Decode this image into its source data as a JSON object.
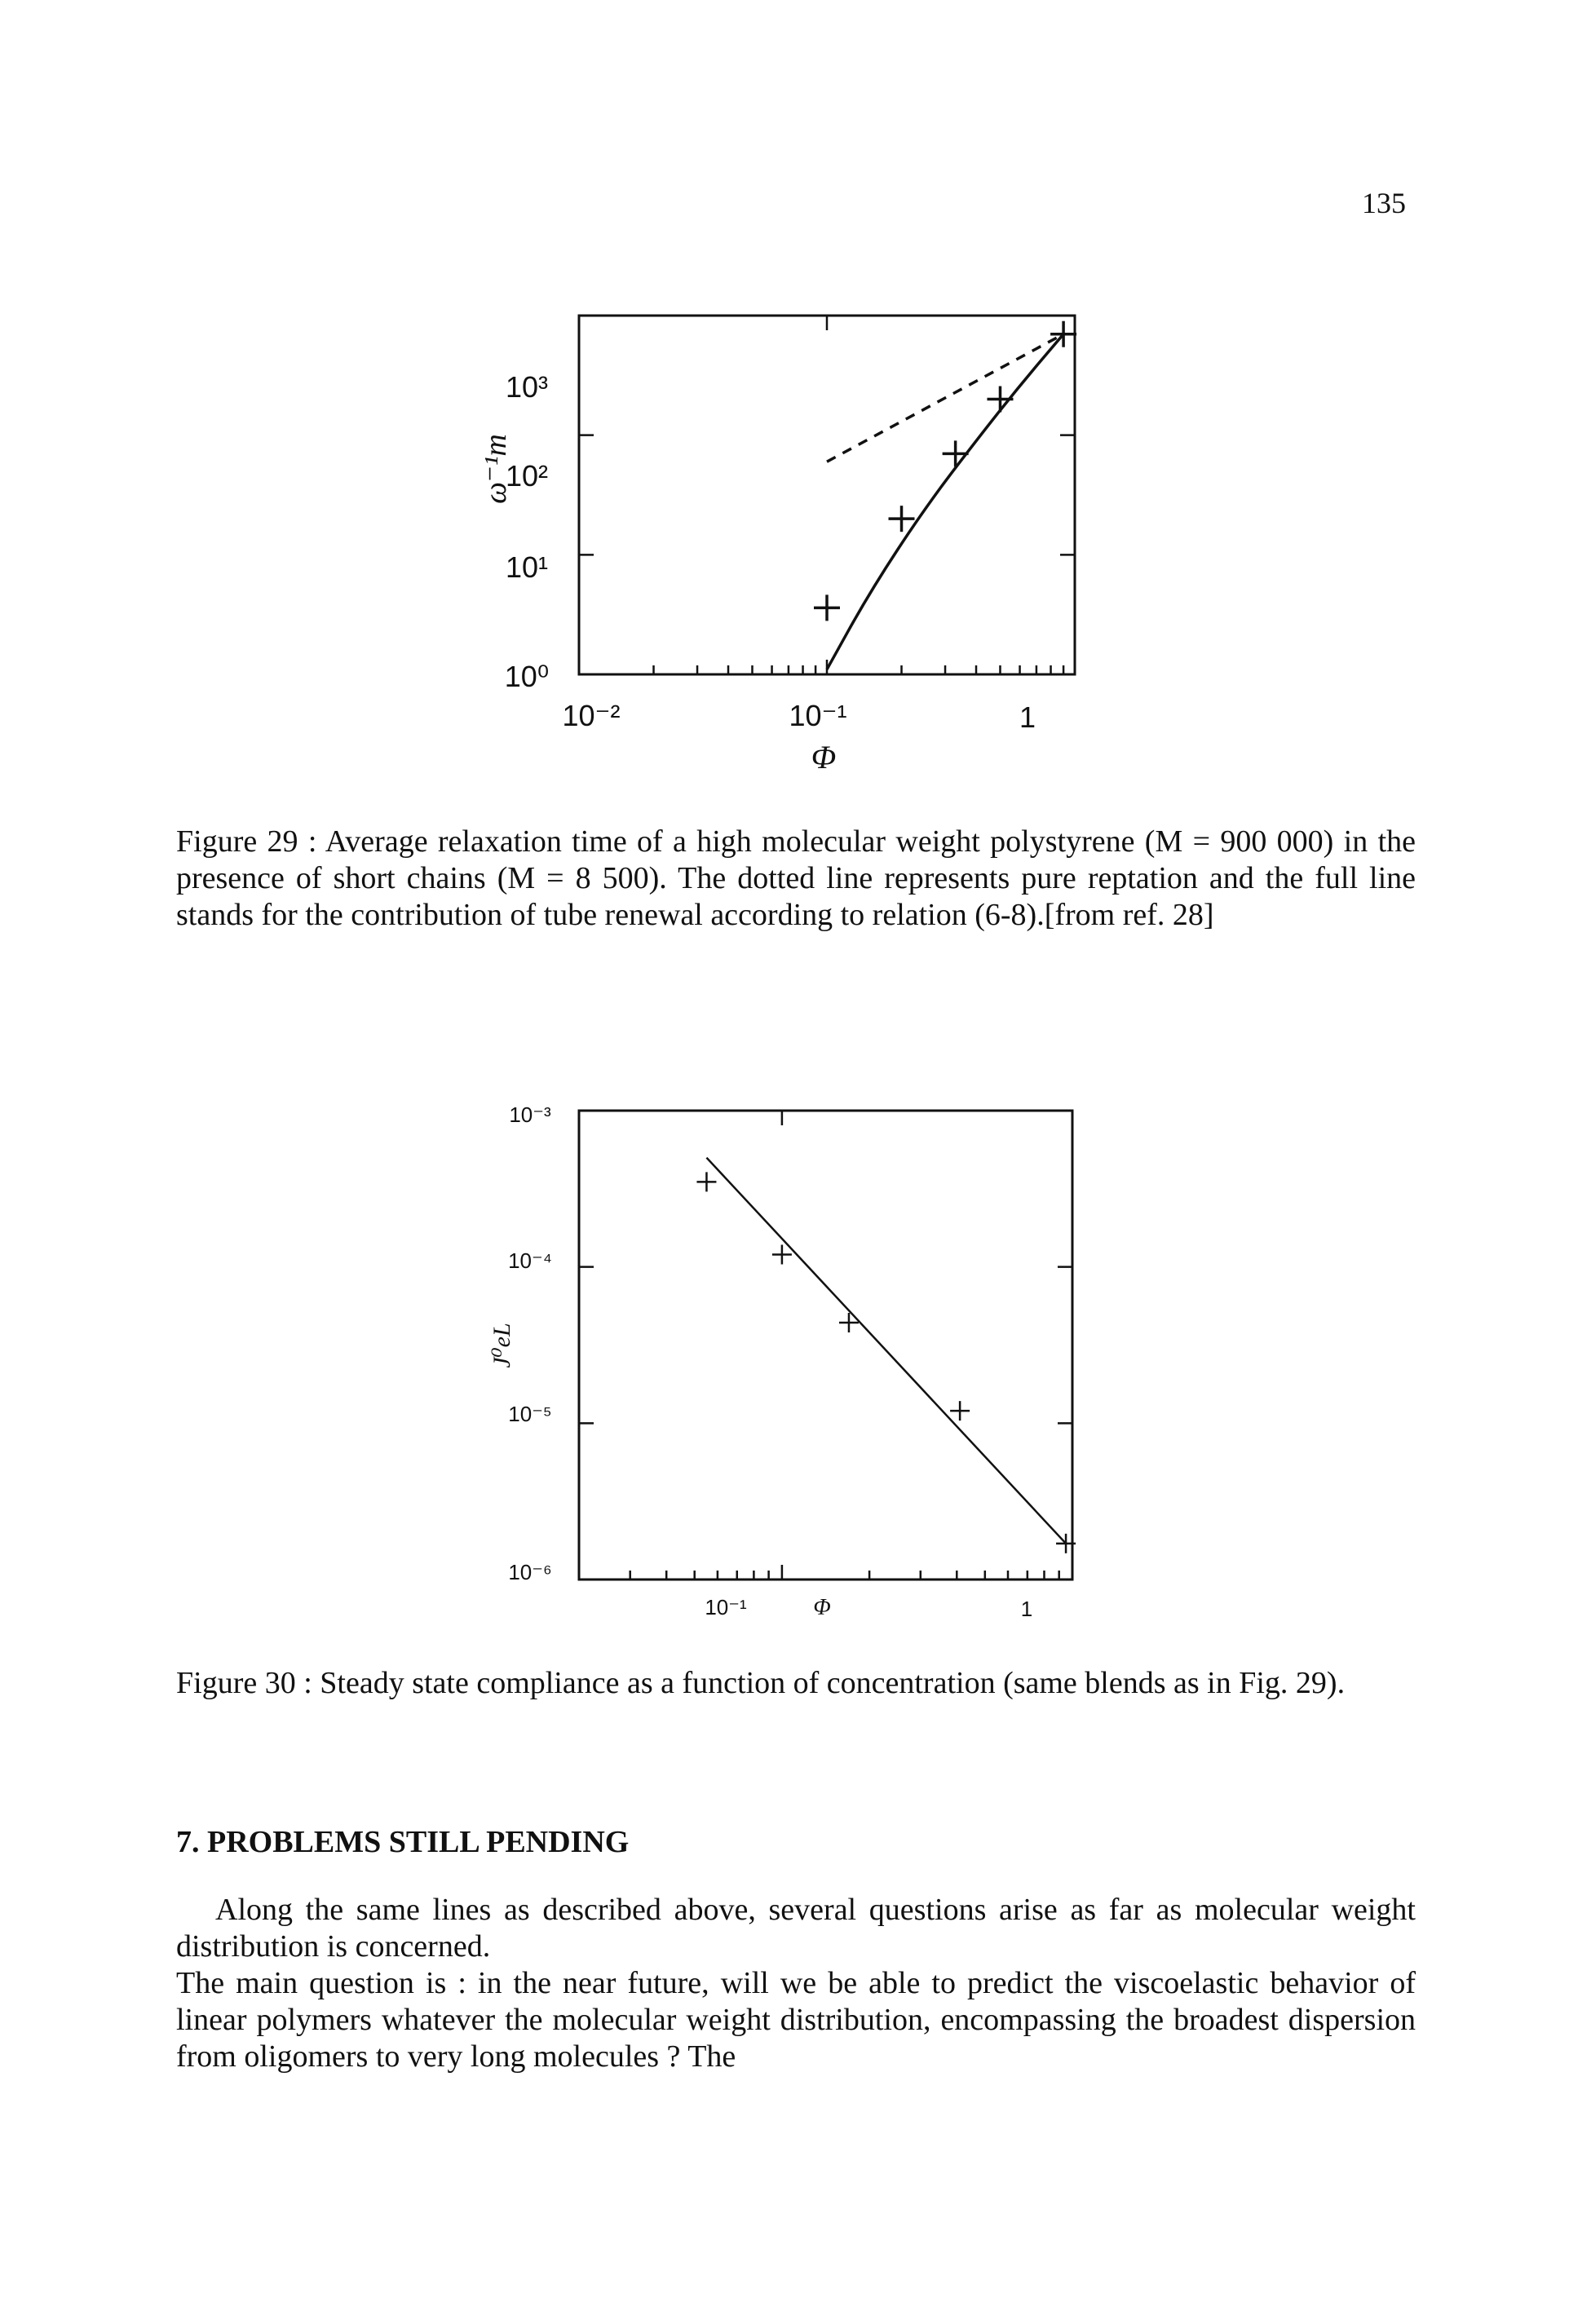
{
  "page": {
    "number": "135"
  },
  "figure29": {
    "caption": "Figure 29 : Average relaxation time of a high molecular weight polystyrene (M = 900 000) in the presence of short chains (M = 8 500). The dotted line represents pure reptation and the full line stands for the contribution of tube renewal according to relation (6-8).[from ref. 28]",
    "chart_data": {
      "type": "scatter",
      "xlabel": "Φ",
      "ylabel": "ω⁻¹m",
      "xscale": "log",
      "yscale": "log",
      "xlim": [
        0.01,
        1
      ],
      "ylim": [
        1,
        1000
      ],
      "x_tick_labels": [
        "10⁻²",
        "10⁻¹",
        "1"
      ],
      "y_tick_labels": [
        "10⁰",
        "10¹",
        "10²",
        "10³"
      ],
      "series": [
        {
          "style": "points",
          "marker": "+",
          "x": [
            0.1,
            0.2,
            0.33,
            0.5,
            0.9
          ],
          "y": [
            3.6,
            20,
            70,
            200,
            700
          ]
        },
        {
          "style": "full-line",
          "x": [
            0.1,
            0.15,
            0.25,
            0.4,
            0.6,
            0.9
          ],
          "y": [
            1.1,
            5,
            25,
            90,
            260,
            700
          ]
        },
        {
          "style": "dotted-line",
          "x": [
            0.1,
            0.9
          ],
          "y": [
            60,
            700
          ]
        }
      ]
    }
  },
  "figure30": {
    "caption": "Figure 30 : Steady state compliance as a function of concentration (same blends as in Fig. 29).",
    "chart_data": {
      "type": "scatter",
      "xlabel": "Φ",
      "ylabel": "J⁰eL",
      "xscale": "log",
      "yscale": "log",
      "xlim": [
        0.02,
        1
      ],
      "ylim": [
        1e-06,
        0.001
      ],
      "x_tick_labels": [
        "10⁻¹",
        "1"
      ],
      "y_tick_labels": [
        "10⁻³",
        "10⁻⁴",
        "10⁻⁵",
        "10⁻⁶"
      ],
      "series": [
        {
          "style": "points",
          "marker": "+",
          "x": [
            0.055,
            0.1,
            0.17,
            0.41,
            0.95
          ],
          "y": [
            0.00035,
            0.00012,
            4.4e-05,
            1.2e-05,
            1.7e-06
          ]
        },
        {
          "style": "full-line",
          "x": [
            0.055,
            0.95
          ],
          "y": [
            0.0005,
            1.7e-06
          ]
        }
      ]
    }
  },
  "section": {
    "heading": "7. PROBLEMS STILL PENDING",
    "paragraph1": "Along the same lines as described above, several questions arise as far as molecular weight distribution is concerned.",
    "paragraph2": "The main question is : in the near future, will we be able to predict the viscoelastic behavior of linear polymers whatever the molecular weight distribution, encompassing the broadest dispersion from oligomers to very long molecules ? The"
  }
}
